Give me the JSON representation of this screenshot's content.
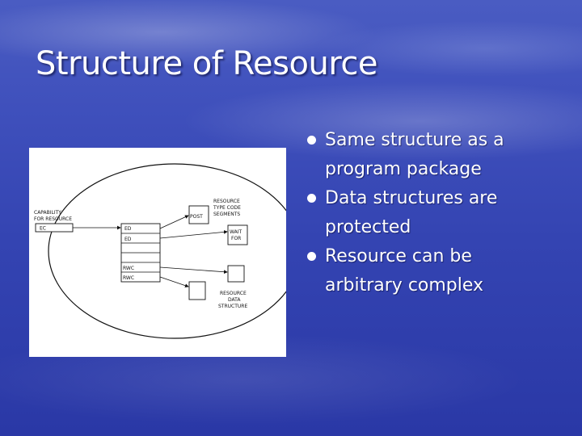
{
  "slide": {
    "title": "Structure of Resource",
    "bullets": [
      "Same structure as a program package",
      "Data structures are protected",
      "Resource can be arbitrary complex"
    ]
  },
  "diagram": {
    "capability_label_1": "CAPABILITY",
    "capability_label_2": "FOR RESOURCE",
    "ec": "EC",
    "post": "POST",
    "code_label_1": "RESOURCE",
    "code_label_2": "TYPE CODE",
    "code_label_3": "SEGMENTS",
    "ed1": "ED",
    "ed2": "ED",
    "wait_1": "WAIT",
    "wait_2": "FOR",
    "rwc1": "RWC",
    "rwc2": "RWC",
    "ds_label_1": "RESOURCE",
    "ds_label_2": "DATA",
    "ds_label_3": "STRUCTURE"
  },
  "colors": {
    "background": "#3a4ab8",
    "text": "#ffffff"
  }
}
